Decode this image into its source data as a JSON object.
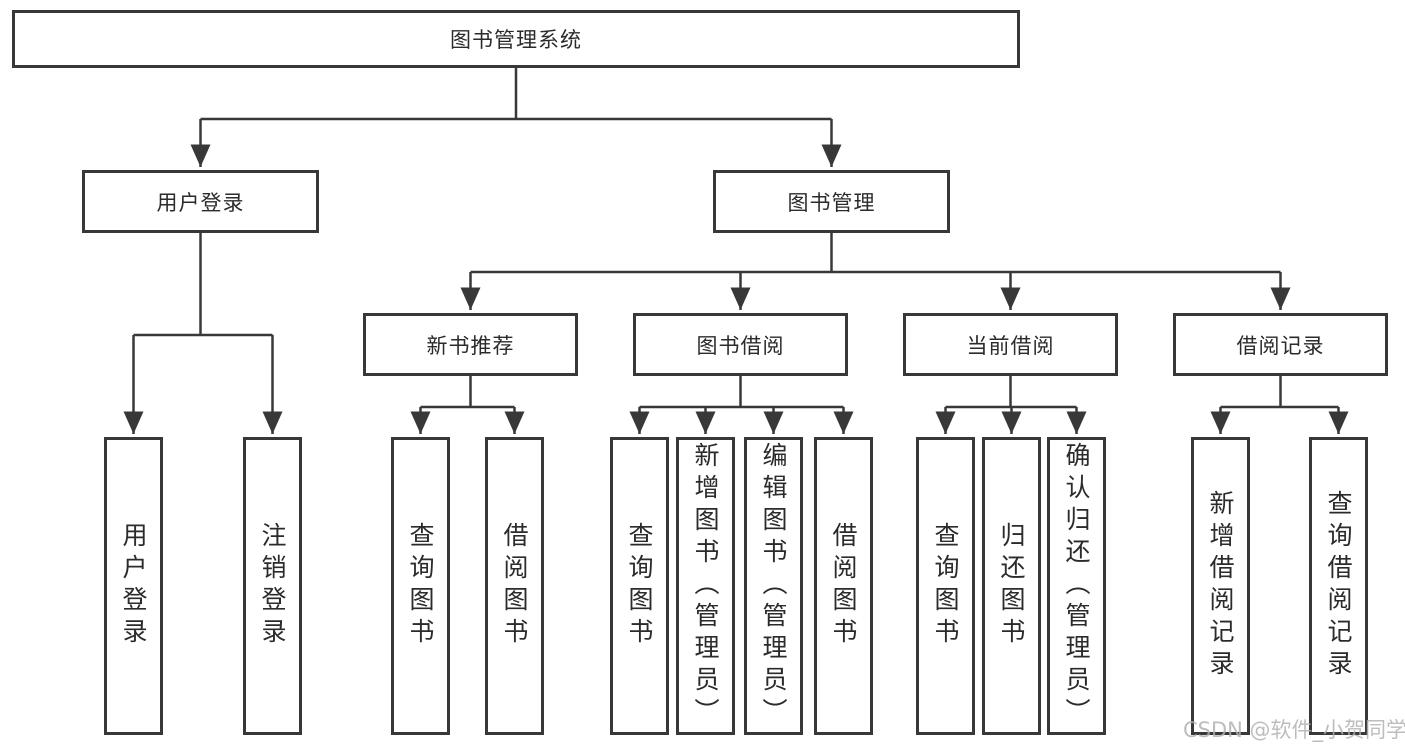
{
  "diagram_title": "图书管理系统",
  "colors": {
    "line": "#383838",
    "box_border": "#383838",
    "text": "#2b2b2b",
    "background": "#ffffff",
    "watermark": "#b2b2b2"
  },
  "tree": {
    "label": "图书管理系统",
    "children": [
      {
        "label": "用户登录",
        "children": [
          {
            "label": "用户登录"
          },
          {
            "label": "注销登录"
          }
        ]
      },
      {
        "label": "图书管理",
        "children": [
          {
            "label": "新书推荐",
            "children": [
              {
                "label": "查询图书"
              },
              {
                "label": "借阅图书"
              }
            ]
          },
          {
            "label": "图书借阅",
            "children": [
              {
                "label": "查询图书"
              },
              {
                "label": "新增图书（管理员）"
              },
              {
                "label": "编辑图书（管理员）"
              },
              {
                "label": "借阅图书"
              }
            ]
          },
          {
            "label": "当前借阅",
            "children": [
              {
                "label": "查询图书"
              },
              {
                "label": "归还图书"
              },
              {
                "label": "确认归还（管理员）"
              }
            ]
          },
          {
            "label": "借阅记录",
            "children": [
              {
                "label": "新增借阅记录"
              },
              {
                "label": "查询借阅记录"
              }
            ]
          }
        ]
      }
    ]
  },
  "watermark": {
    "text": "CSDN @软件_小贺同学"
  }
}
